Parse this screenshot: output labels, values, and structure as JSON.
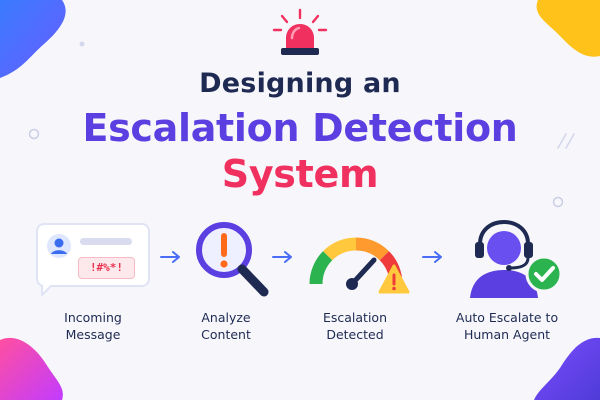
{
  "title": {
    "line1": "Designing an",
    "line2": "Escalation Detection",
    "line3": "System"
  },
  "colors": {
    "navy": "#1e2a52",
    "purple": "#5b3fe0",
    "pink": "#f0305e",
    "arrow": "#4a6cf7",
    "green": "#2ab34f",
    "yellow": "#ffc83d",
    "red": "#ef3b3b"
  },
  "steps": [
    {
      "label_line1": "Incoming",
      "label_line2": "Message",
      "icon": "chat-message-icon",
      "badge": "!#%*!"
    },
    {
      "label_line1": "Analyze",
      "label_line2": "Content",
      "icon": "magnifier-alert-icon"
    },
    {
      "label_line1": "Escalation",
      "label_line2": "Detected",
      "icon": "gauge-warning-icon"
    },
    {
      "label_line1": "Auto Escalate to",
      "label_line2": "Human Agent",
      "icon": "headset-agent-check-icon"
    }
  ]
}
